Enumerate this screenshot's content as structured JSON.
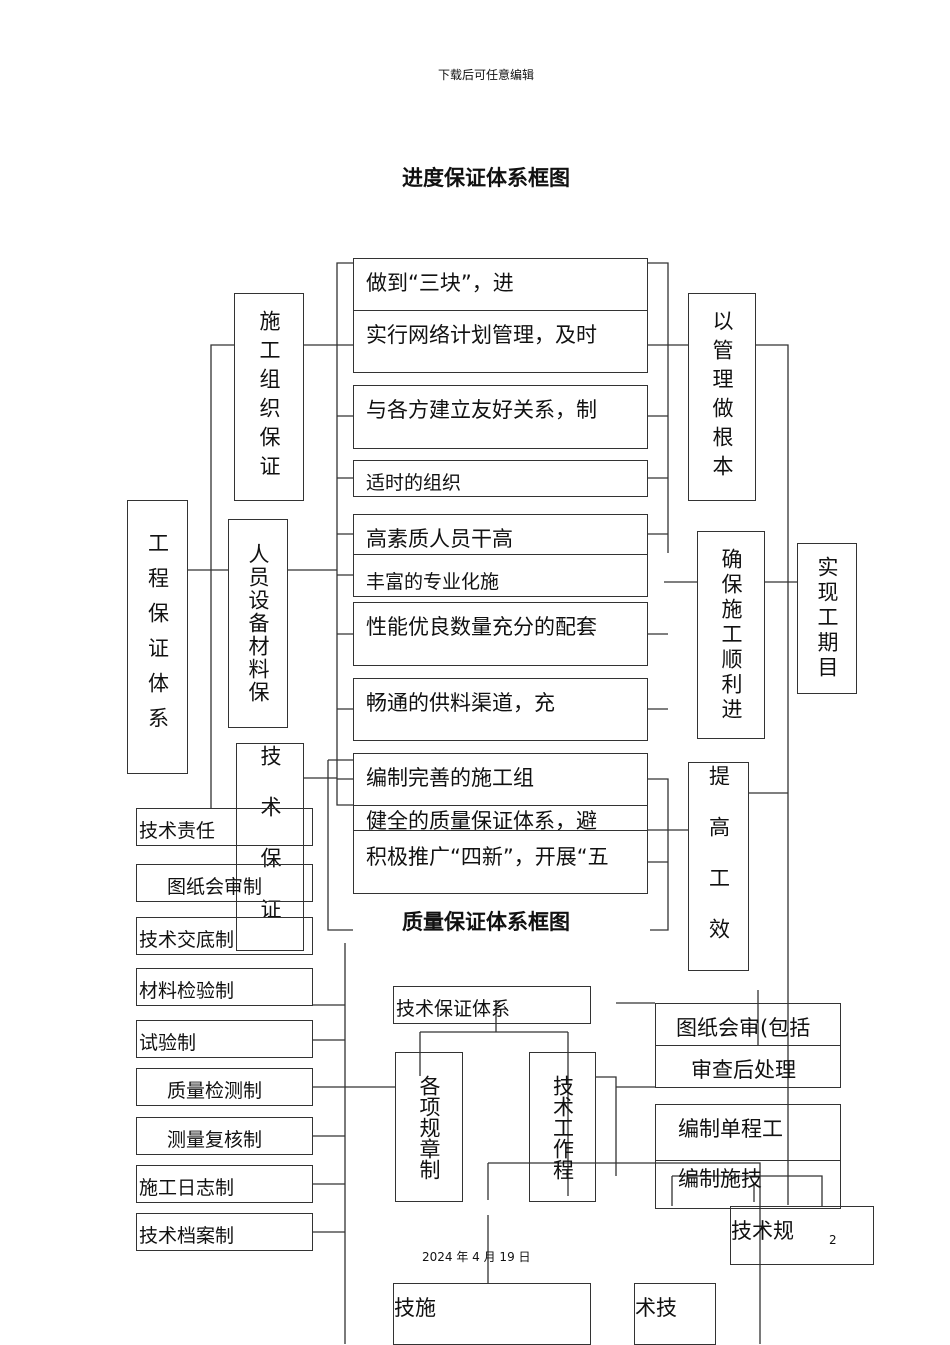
{
  "header": {
    "note": "下载后可任意编辑"
  },
  "schedule": {
    "title": "进度保证体系框图",
    "root": "工程保证体系",
    "categories": [
      "施工组织保证",
      "人员设备材料保",
      "技术保证"
    ],
    "measures": [
      "做到“三块”，进",
      "实行网络计划管理，及时",
      "与各方建立友好关系，制",
      "适时的组织",
      "高素质人员干高",
      "丰富的专业化施",
      "性能优良数量充分的配套",
      "畅通的供料渠道，充",
      "编制完善的施工组",
      "健全的质量保证体系，避",
      "积极推广“四新”，开展“五"
    ],
    "results": [
      "以管理做根本",
      "确保施工顺利进",
      "提高工效"
    ],
    "goal": "实现工期目"
  },
  "quality": {
    "title": "质量保证体系框图",
    "system": "技术保证体系",
    "branches": [
      "各项规章制",
      "技术工作程"
    ],
    "rules": [
      "技术责任",
      "图纸会审制",
      "技术交底制",
      "材料检验制",
      "试验制",
      "质量检测制",
      "测量复核制",
      "施工日志制",
      "技术档案制"
    ],
    "procedures": [
      "图纸会审(包括",
      "审查后处理",
      "编制单程工",
      "编制施技",
      "技术规"
    ],
    "bottom": [
      "技施",
      "术技"
    ]
  },
  "footer": {
    "date": "2024 年 4 月 19 日",
    "page": "2"
  }
}
